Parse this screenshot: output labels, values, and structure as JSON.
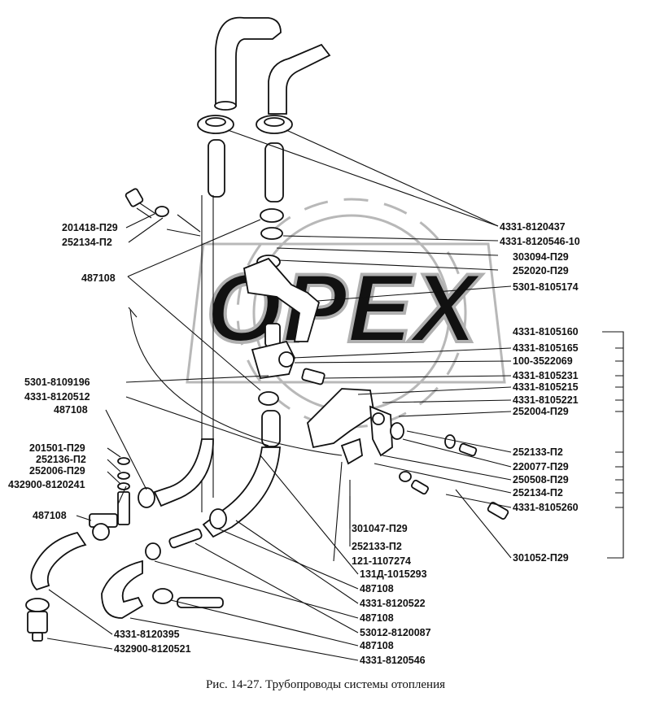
{
  "watermark": {
    "text": "OPEX"
  },
  "caption": "Рис. 14-27. Трубопроводы системы отопления",
  "labels": {
    "l201418": "201418-П29",
    "l252134_top": "252134-П2",
    "l487108_a": "487108",
    "l5301_8109196": "5301-8109196",
    "l4331_8120512": "4331-8120512",
    "l487108_b": "487108",
    "l201501": "201501-П29",
    "l252136": "252136-П2",
    "l252006": "252006-П29",
    "l432900_8120241": "432900-8120241",
    "l487108_c": "487108",
    "l4331_8120437": "4331-8120437",
    "l4331_8120546_10": "4331-8120546-10",
    "l303094": "303094-П29",
    "l252020": "252020-П29",
    "l5301_8105174": "5301-8105174",
    "l4331_8105160": "4331-8105160",
    "l4331_8105165": "4331-8105165",
    "l100_3522069": "100-3522069",
    "l4331_8105231": "4331-8105231",
    "l4331_8105215": "4331-8105215",
    "l4331_8105221": "4331-8105221",
    "l252004": "252004-П29",
    "l252133_right": "252133-П2",
    "l220077": "220077-П29",
    "l250508": "250508-П29",
    "l252134_right": "252134-П2",
    "l4331_8105260": "4331-8105260",
    "l301052": "301052-П29",
    "l301047": "301047-П29",
    "l252133_mid": "252133-П2",
    "l121_1107274": "121-1107274",
    "l131D_1015293": "131Д-1015293",
    "l487108_d": "487108",
    "l4331_8120522": "4331-8120522",
    "l487108_e": "487108",
    "l53012_8120087": "53012-8120087",
    "l487108_f": "487108",
    "l4331_8120546": "4331-8120546",
    "l4331_8120395": "4331-8120395",
    "l432900_8120521": "432900-8120521"
  }
}
